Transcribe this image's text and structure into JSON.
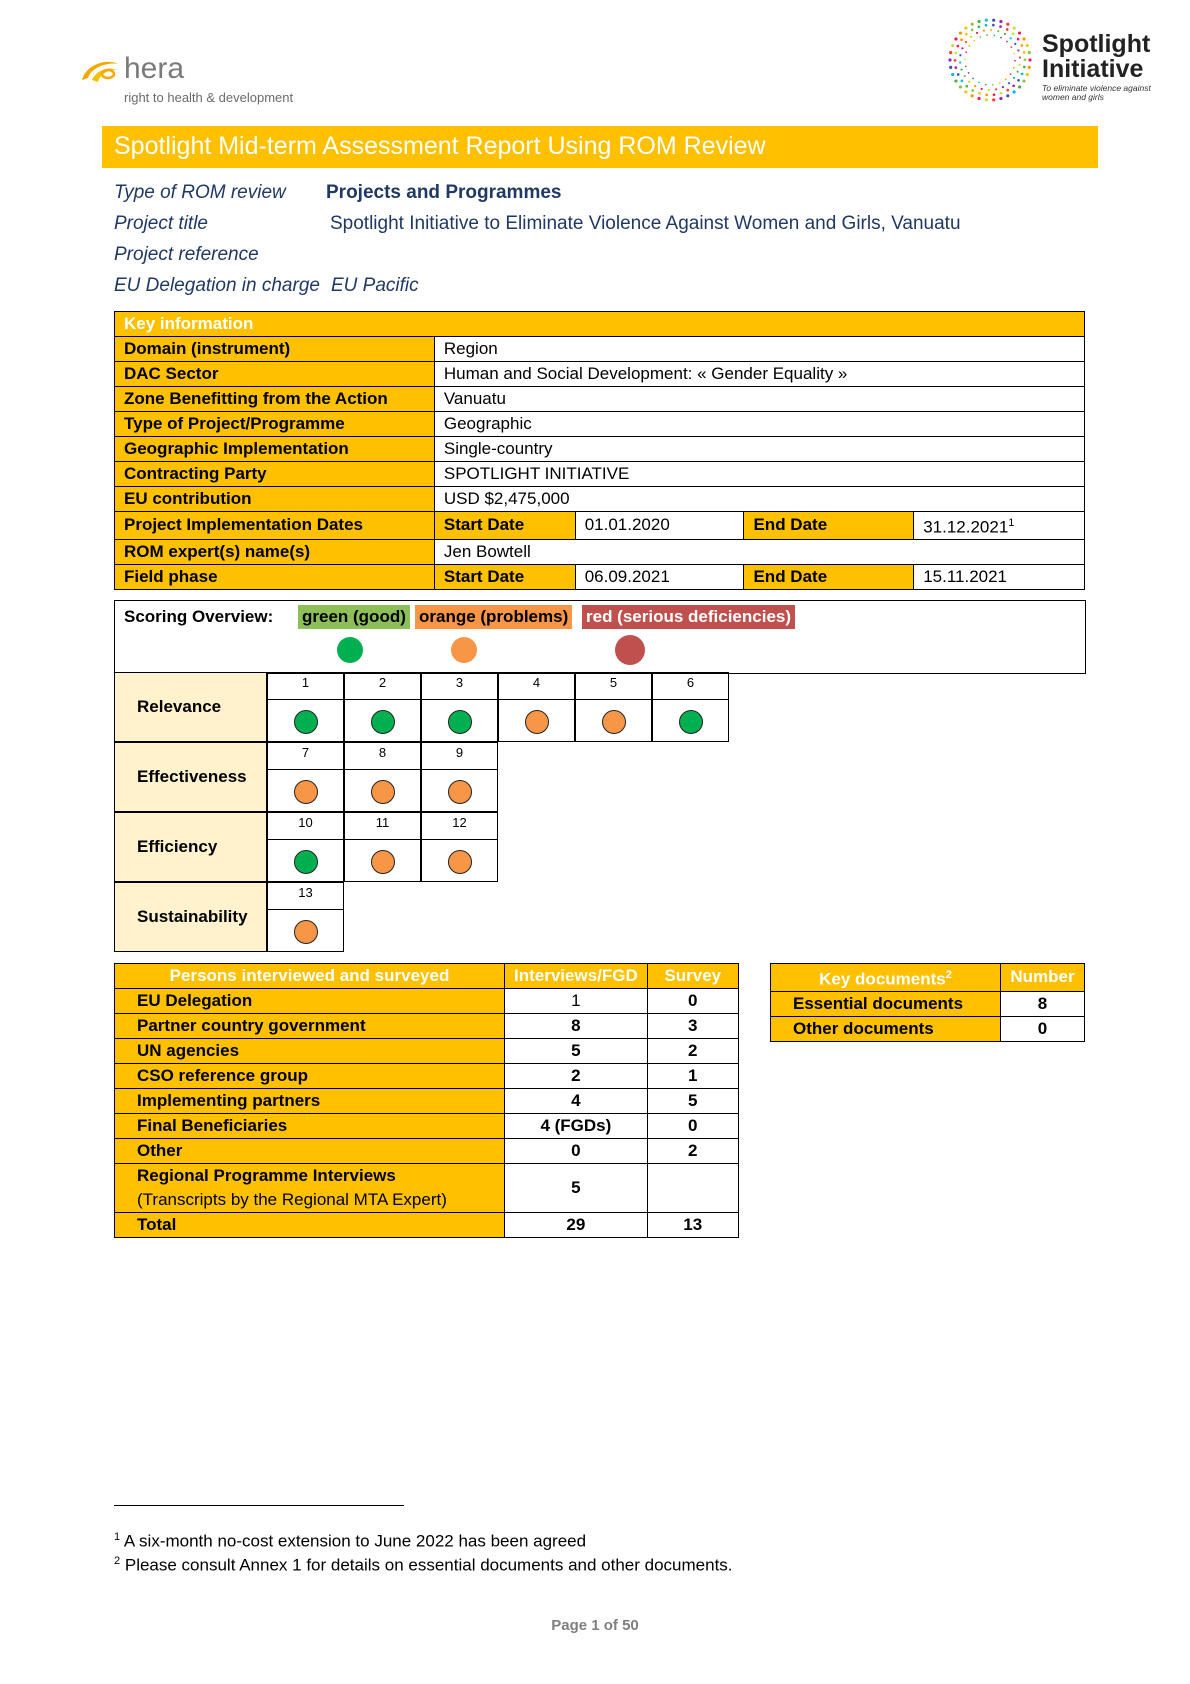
{
  "header": {
    "hera_word": "hera",
    "hera_tagline": "right to health & development",
    "si_name_1": "Spotlight",
    "si_name_2": "Initiative",
    "si_tagline": "To eliminate violence against women and girls"
  },
  "title": "Spotlight Mid-term Assessment Report Using ROM Review",
  "meta": [
    {
      "label": "Type of ROM review",
      "value": "Projects and Programmes"
    },
    {
      "label": "Project title",
      "value": "Spotlight Initiative to Eliminate Violence Against Women and Girls, Vanuatu"
    },
    {
      "label": "Project reference",
      "value": ""
    },
    {
      "label": "EU Delegation in charge",
      "value": "EU Pacific"
    }
  ],
  "key_info": {
    "header": "Key information",
    "rows": [
      {
        "label": "Domain (instrument)",
        "value": "Region"
      },
      {
        "label": "DAC Sector",
        "value": "Human and Social Development: « Gender Equality »"
      },
      {
        "label": "Zone Benefitting from the Action",
        "value": "Vanuatu"
      },
      {
        "label": "Type of Project/Programme",
        "value": "Geographic"
      },
      {
        "label": "Geographic Implementation",
        "value": "Single-country"
      },
      {
        "label": "Contracting Party",
        "value": "SPOTLIGHT INITIATIVE"
      },
      {
        "label": "EU contribution",
        "value": "USD $2,475,000"
      }
    ],
    "impl_dates": {
      "label": "Project Implementation Dates",
      "start_label": "Start Date",
      "start": "01.01.2020",
      "end_label": "End Date",
      "end": "31.12.2021",
      "end_footnote": "1"
    },
    "experts": {
      "label": "ROM expert(s) name(s)",
      "value": "Jen Bowtell"
    },
    "field_phase": {
      "label": "Field phase",
      "start_label": "Start Date",
      "start": "06.09.2021",
      "end_label": "End Date",
      "end": "15.11.2021"
    }
  },
  "scoring": {
    "label": "Scoring Overview:",
    "legend": {
      "green": "green (good)",
      "orange": "orange (problems)",
      "red": "red (serious deficiencies)"
    },
    "colors": {
      "green": "#00B050",
      "orange": "#F79646",
      "red": "#C0504D"
    },
    "criteria": [
      {
        "name": "Relevance",
        "questions": [
          {
            "n": "1",
            "score": "green"
          },
          {
            "n": "2",
            "score": "green"
          },
          {
            "n": "3",
            "score": "green"
          },
          {
            "n": "4",
            "score": "orange"
          },
          {
            "n": "5",
            "score": "orange"
          },
          {
            "n": "6",
            "score": "green"
          }
        ]
      },
      {
        "name": "Effectiveness",
        "questions": [
          {
            "n": "7",
            "score": "orange"
          },
          {
            "n": "8",
            "score": "orange"
          },
          {
            "n": "9",
            "score": "orange"
          }
        ]
      },
      {
        "name": "Efficiency",
        "questions": [
          {
            "n": "10",
            "score": "green"
          },
          {
            "n": "11",
            "score": "orange"
          },
          {
            "n": "12",
            "score": "orange"
          }
        ]
      },
      {
        "name": "Sustainability",
        "questions": [
          {
            "n": "13",
            "score": "orange"
          }
        ]
      }
    ]
  },
  "persons": {
    "headers": [
      "Persons interviewed and surveyed",
      "Interviews/FGD",
      "Survey"
    ],
    "rows": [
      {
        "label": "EU Delegation",
        "interviews": "1",
        "survey": "0"
      },
      {
        "label": "Partner country government",
        "interviews": "8",
        "survey": "3"
      },
      {
        "label": "UN agencies",
        "interviews": "5",
        "survey": "2"
      },
      {
        "label": "CSO reference group",
        "interviews": "2",
        "survey": "1"
      },
      {
        "label": "Implementing partners",
        "interviews": "4",
        "survey": "5"
      },
      {
        "label": "Final Beneficiaries",
        "interviews": "4 (FGDs)",
        "survey": "0"
      },
      {
        "label": "Other",
        "interviews": "0",
        "survey": "2"
      }
    ],
    "regional": {
      "label": "Regional Programme Interviews",
      "sublabel": "(Transcripts by the Regional MTA Expert)",
      "interviews": "5",
      "survey": ""
    },
    "total": {
      "label": "Total",
      "interviews": "29",
      "survey": "13"
    }
  },
  "documents": {
    "headers": [
      "Key documents",
      "Number"
    ],
    "header_footnote": "2",
    "rows": [
      {
        "label": "Essential documents",
        "number": "8"
      },
      {
        "label": "Other documents",
        "number": "0"
      }
    ]
  },
  "footnotes": [
    {
      "n": "1",
      "text": "A six-month no-cost extension to June 2022 has been agreed"
    },
    {
      "n": "2",
      "text": "Please consult Annex 1 for details on essential documents and other documents."
    }
  ],
  "page": "Page 1 of 50"
}
